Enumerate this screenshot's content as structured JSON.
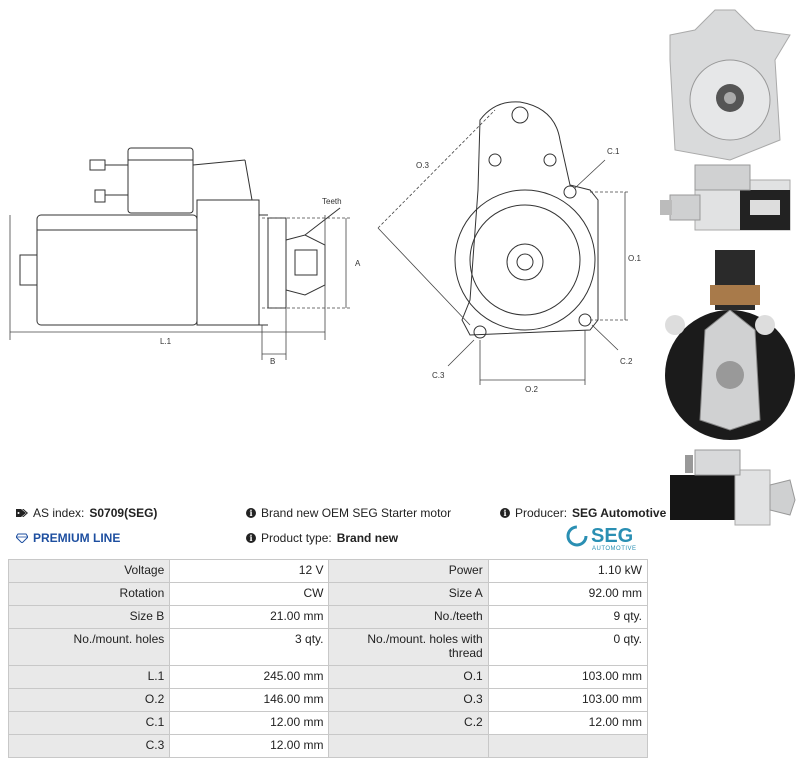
{
  "diagram": {
    "labels": {
      "teeth": "Teeth",
      "a": "A",
      "b": "B",
      "l1": "L.1",
      "o1": "O.1",
      "o2": "O.2",
      "o3": "O.3",
      "c1": "C.1",
      "c2": "C.2",
      "c3": "C.3"
    }
  },
  "info": {
    "as_index_label": "AS index:",
    "as_index_value": "S0709(SEG)",
    "description": "Brand new OEM SEG Starter motor",
    "producer_label": "Producer:",
    "producer_value": "SEG Automotive",
    "premium": "PREMIUM LINE",
    "product_type_label": "Product type:",
    "product_type_value": "Brand new"
  },
  "logo": {
    "name": "SEG",
    "sub": "AUTOMOTIVE",
    "color": "#2a8fb3"
  },
  "specs": [
    [
      "Voltage",
      "12 V",
      "Power",
      "1.10 kW"
    ],
    [
      "Rotation",
      "CW",
      "Size A",
      "92.00 mm"
    ],
    [
      "Size B",
      "21.00 mm",
      "No./teeth",
      "9 qty."
    ],
    [
      "No./mount. holes",
      "3 qty.",
      "No./mount. holes with thread",
      "0 qty."
    ],
    [
      "L.1",
      "245.00 mm",
      "O.1",
      "103.00 mm"
    ],
    [
      "O.2",
      "146.00 mm",
      "O.3",
      "103.00 mm"
    ],
    [
      "C.1",
      "12.00 mm",
      "C.2",
      "12.00 mm"
    ],
    [
      "C.3",
      "12.00 mm",
      "",
      ""
    ]
  ]
}
